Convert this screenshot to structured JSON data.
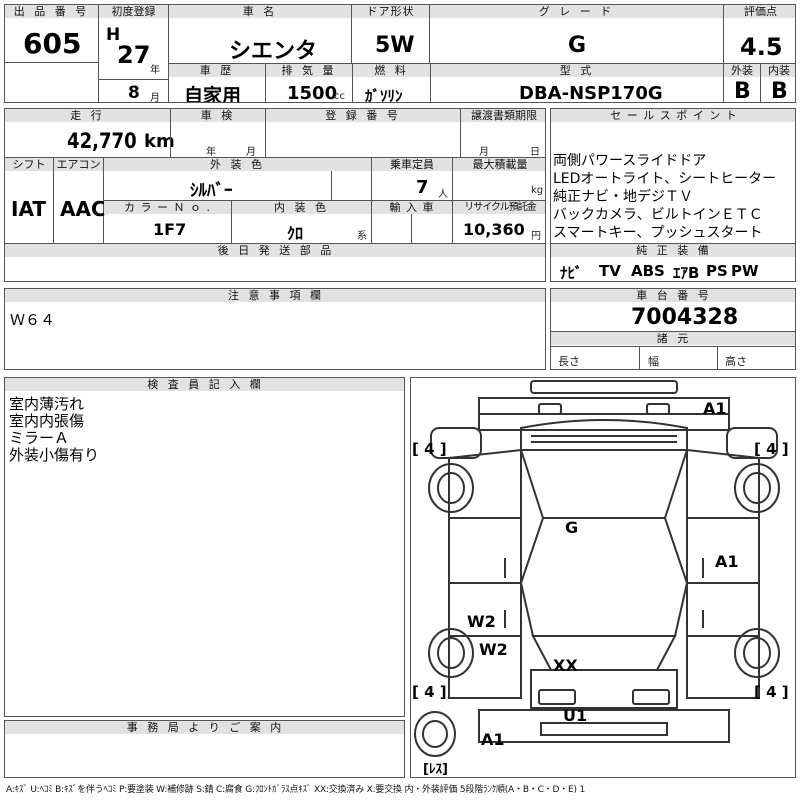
{
  "header": {
    "lot_no": {
      "label": "出 品 番 号",
      "value": "605"
    },
    "first_reg": {
      "label": "初度登録",
      "era": "H",
      "year": "27",
      "year_unit": "年",
      "month": "8",
      "month_unit": "月"
    },
    "car_name": {
      "label": "車 名",
      "value": "シエンタ"
    },
    "door": {
      "label": "ドア形状",
      "value": "5W"
    },
    "grade": {
      "label": "グ レ ー ド",
      "value": "G"
    },
    "score": {
      "label": "評価点",
      "value": "4.5"
    },
    "history": {
      "label": "車 歴",
      "value": "自家用"
    },
    "displacement": {
      "label": "排 気 量",
      "value": "1500",
      "unit": "cc"
    },
    "fuel": {
      "label": "燃 料",
      "value": "ｶﾞｿﾘﾝ"
    },
    "model": {
      "label": "型 式",
      "value": "DBA-NSP170G"
    },
    "exterior_grade": {
      "label": "外装",
      "value": "B"
    },
    "interior_grade": {
      "label": "内装",
      "value": "B"
    }
  },
  "specs": {
    "mileage": {
      "label": "走 行",
      "value": "42,770",
      "unit": "km"
    },
    "inspection": {
      "label": "車 検",
      "year_unit": "年",
      "month_unit": "月"
    },
    "reg_no": {
      "label": "登 録 番 号"
    },
    "transfer": {
      "label": "譲渡書類期限",
      "month_unit": "月",
      "day_unit": "日"
    },
    "shift": {
      "label": "シフト",
      "value": "IAT"
    },
    "aircon": {
      "label": "エアコン",
      "value": "AAC"
    },
    "ext_color": {
      "label": "外 装 色",
      "value": "ｼﾙﾊﾞｰ"
    },
    "capacity": {
      "label": "乗車定員",
      "value": "7",
      "unit": "人"
    },
    "max_load": {
      "label": "最大積載量",
      "unit": "kg"
    },
    "color_no": {
      "label": "カ ラ ー Ｎ ｏ .",
      "value": "1F7"
    },
    "int_color": {
      "label": "内 装 色",
      "value": "ｸﾛ",
      "unit": "系"
    },
    "import": {
      "label": "輸 入 車"
    },
    "recycle": {
      "label": "リサイクル預託金",
      "value": "10,360",
      "unit": "円"
    },
    "later_parts": {
      "label": "後 日 発 送 部 品"
    }
  },
  "sales_points": {
    "label": "セ ー ル ス ポ イ ン ト",
    "lines": [
      "両側パワースライドドア",
      "LEDオートライト、シートヒーター",
      "純正ナビ・地デジＴＶ",
      "バックカメラ、ビルトインＥＴＣ",
      "スマートキー、プッシュスタート"
    ]
  },
  "equipment": {
    "label": "純 正 装 備",
    "items": [
      "ﾅﾋﾞ",
      "TV",
      "ABS",
      "ｴｱB",
      "PS",
      "PW"
    ]
  },
  "notes": {
    "label": "注 意 事 項 欄",
    "text": "Ｗ６４"
  },
  "chassis": {
    "label": "車 台 番 号",
    "value": "7004328",
    "spec_label": "諸 元",
    "length_label": "長さ",
    "width_label": "幅",
    "height_label": "高さ"
  },
  "inspector": {
    "label": "検 査 員 記 入 欄",
    "lines": [
      "室内薄汚れ",
      "室内内張傷",
      "ミラーＡ",
      "外装小傷有り"
    ]
  },
  "office": {
    "label": "事 務 局 よ り ご 案 内"
  },
  "diagram": {
    "marks": {
      "a1_top": "A1",
      "tire_fl": "[ 4 ]",
      "tire_fr": "[ 4 ]",
      "g": "G",
      "a1_right": "A1",
      "w2_upper": "W2",
      "w2_lower": "W2",
      "xx": "XX",
      "tire_rl": "[ 4 ]",
      "tire_rr": "[ 4 ]",
      "u1": "U1",
      "a1_bottom": "A1",
      "less": "[ﾚｽ]"
    }
  },
  "legend": "A:ｷｽﾞ U:ﾍｺﾐ B:ｷｽﾞを伴うﾍｺﾐ P:要塗装 W:補修跡 S:錆 C:腐食 G:ﾌﾛﾝﾄｶﾞﾗｽ点ｷｽﾞ XX:交換済み X:要交換 内・外装評価 5段階ﾗﾝｸ順(A・B・C・D・E) 1"
}
